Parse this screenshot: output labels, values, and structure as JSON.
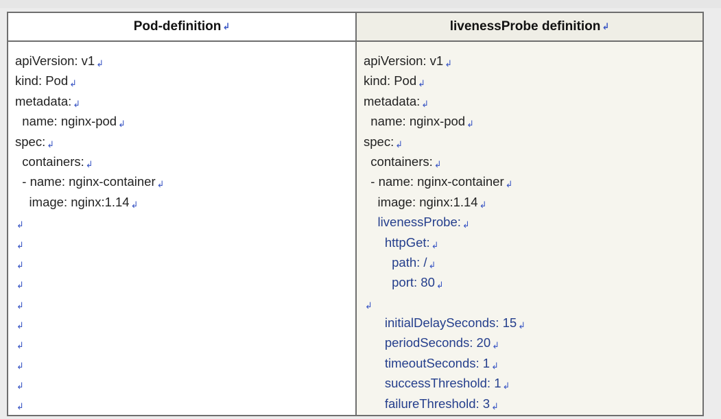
{
  "headers": {
    "left": "Pod-definition",
    "right": "livenessProbe definition"
  },
  "return_mark": "↲",
  "left_lines": [
    "apiVersion: v1",
    "kind: Pod",
    "metadata:",
    "  name: nginx-pod",
    "spec:",
    "  containers:",
    "  - name: nginx-container",
    "    image: nginx:1.14",
    "",
    "",
    "",
    "",
    "",
    "",
    "",
    "",
    "",
    ""
  ],
  "right_lines": [
    "apiVersion: v1",
    "kind: Pod",
    "metadata:",
    "  name: nginx-pod",
    "spec:",
    "  containers:",
    "  - name: nginx-container",
    "    image: nginx:1.14",
    "    livenessProbe:",
    "      httpGet:",
    "        path: /",
    "        port: 80",
    "",
    "      initialDelaySeconds: 15",
    "      periodSeconds: 20",
    "      timeoutSeconds: 1",
    "      successThreshold: 1",
    "      failureThreshold: 3"
  ],
  "right_highlight_from": 8,
  "colors": {
    "text": "#222222",
    "highlight_text": "#243e8c",
    "return_mark": "#3a56c4",
    "border": "#6e6e6e"
  }
}
